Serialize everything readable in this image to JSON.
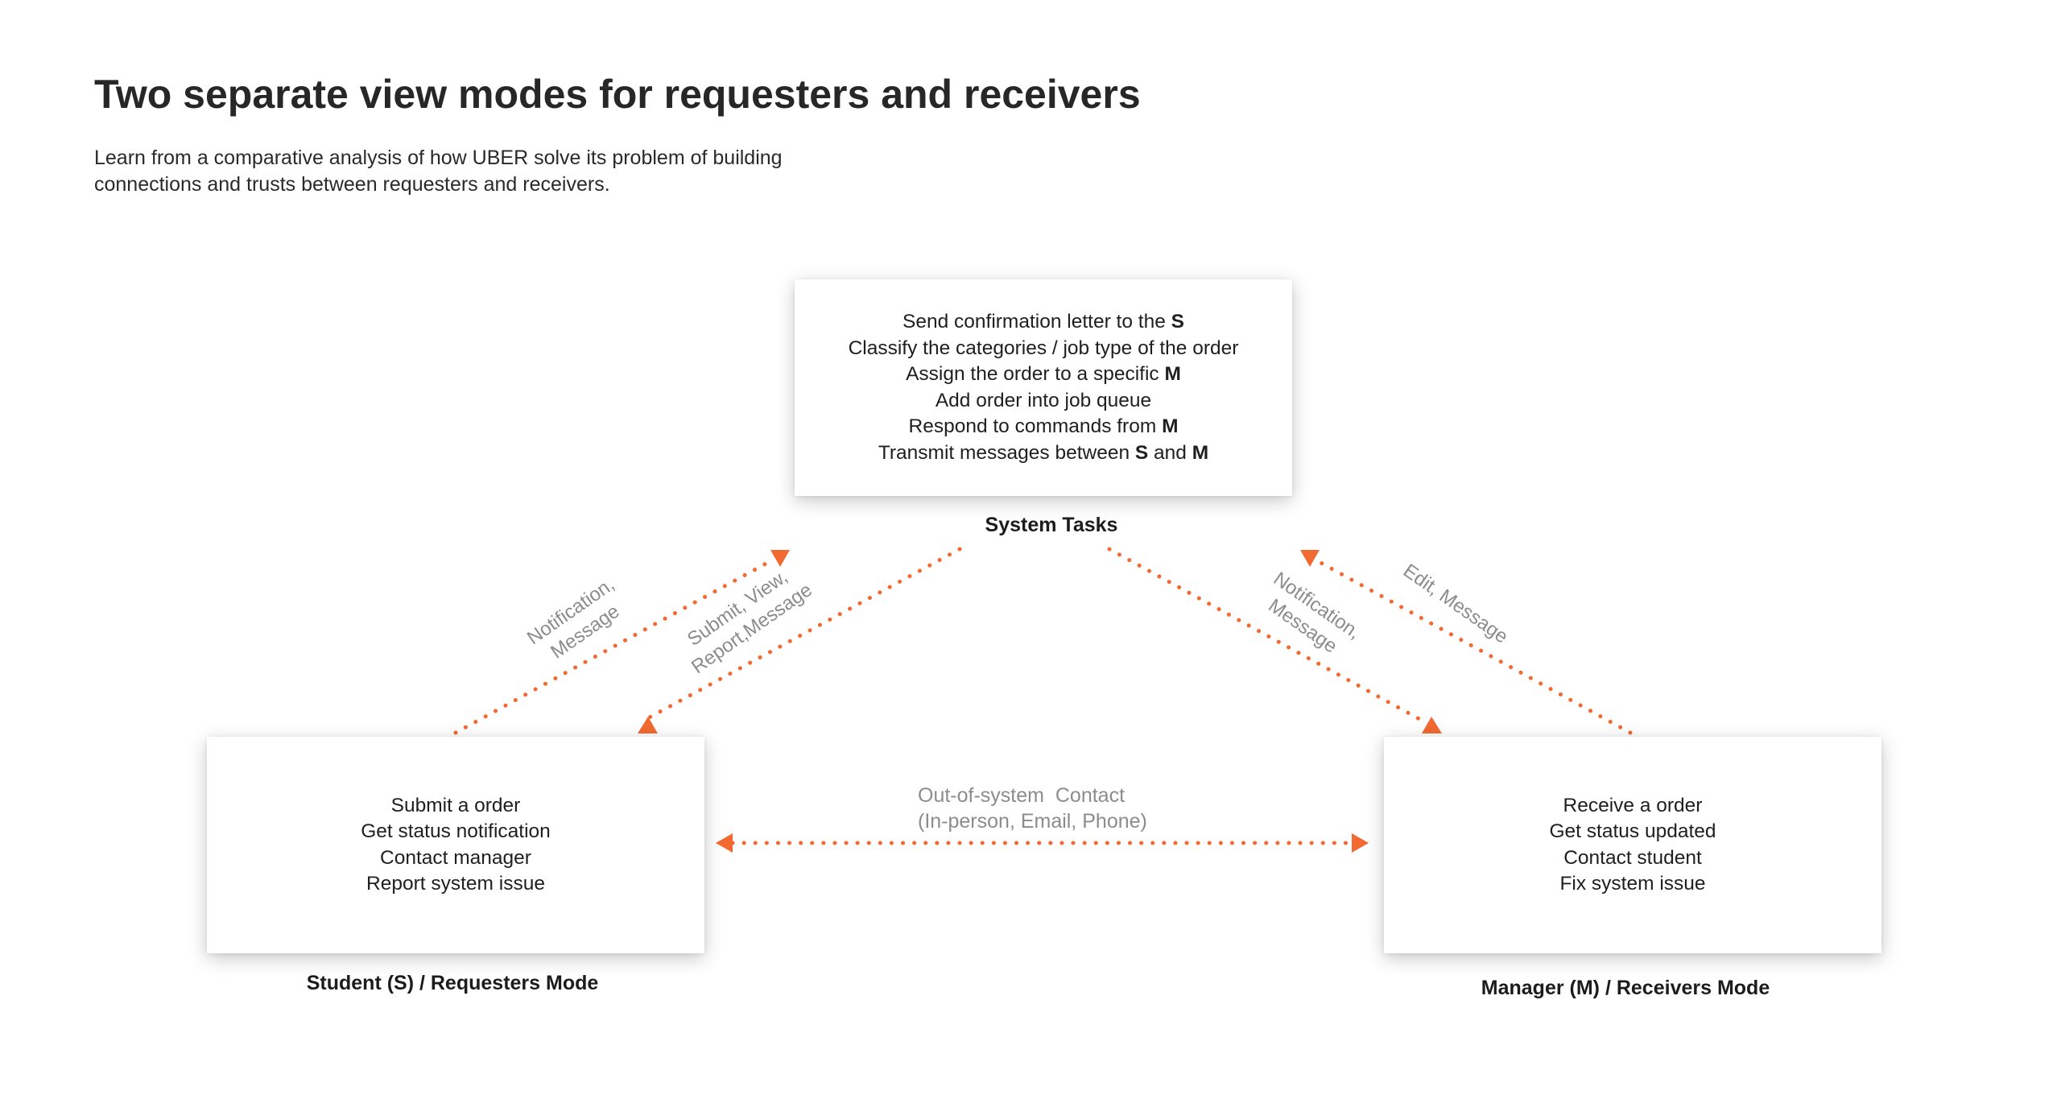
{
  "title": "Two separate view modes for requesters and receivers",
  "subtitle": {
    "line1": "Learn from a comparative analysis of how UBER solve its problem of building",
    "line2": "connections and trusts between requesters and receivers."
  },
  "system": {
    "label": "System Tasks",
    "tasks": [
      {
        "text": "Send confirmation letter to the ",
        "bold": "S",
        "suffix": ""
      },
      {
        "text": "Classify the categories / job type of the order",
        "bold": "",
        "suffix": ""
      },
      {
        "text": "Assign the order to a specific ",
        "bold": "M",
        "suffix": ""
      },
      {
        "text": "Add order into job queue",
        "bold": "",
        "suffix": ""
      },
      {
        "text": "Respond to commands from ",
        "bold": "M",
        "suffix": ""
      },
      {
        "text": "Transmit messages between ",
        "bold": "S",
        "mid": " and ",
        "bold2": "M"
      }
    ]
  },
  "student": {
    "label_prefix": "Student (S) / ",
    "label_mode": "Requesters Mode",
    "tasks": [
      "Submit a order",
      "Get status notification",
      "Contact manager",
      "Report system issue"
    ]
  },
  "manager": {
    "label_prefix": "Manager (M) / ",
    "label_mode": "Receivers Mode",
    "tasks": [
      "Receive a order",
      "Get status updated",
      "Contact student",
      "Fix system issue"
    ]
  },
  "arrows": {
    "student_to_system": {
      "line1": "Notification,",
      "line2": "Message"
    },
    "system_to_student": {
      "line1": "Submit, View,",
      "line2": "Report,Message"
    },
    "system_to_manager": {
      "line1": "Notification,",
      "line2": "Message"
    },
    "manager_to_system": {
      "line1": "Edit, Message"
    },
    "out_of_system": {
      "line1": "Out-of-system  Contact",
      "line2": "(In-person, Email, Phone)"
    }
  },
  "colors": {
    "accent": "#F26A32",
    "arrow_label": "#8C8C8C",
    "text": "#222222"
  }
}
